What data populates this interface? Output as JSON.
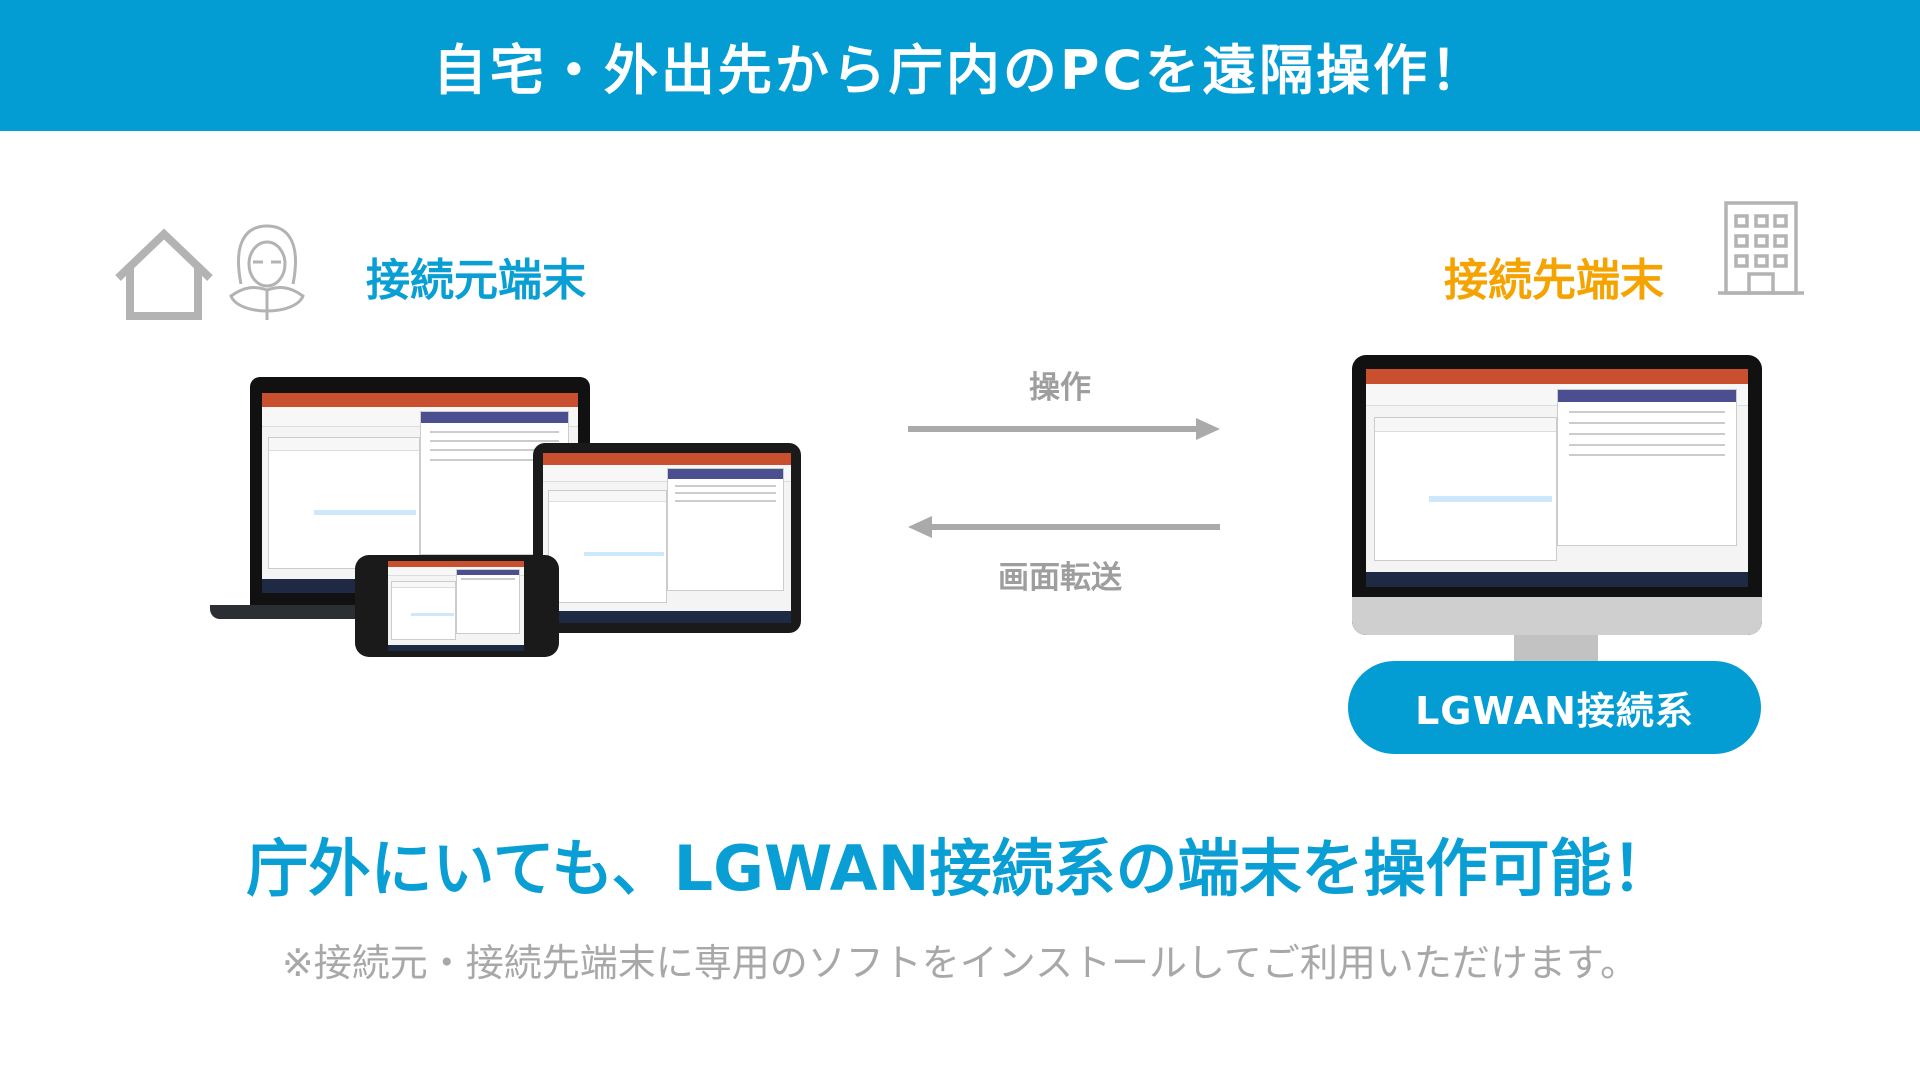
{
  "header": {
    "title": "自宅・外出先から庁内のPCを遠隔操作！"
  },
  "source": {
    "label": "接続元端末",
    "color": "#0a9fd4",
    "icons": [
      "house-icon",
      "person-icon"
    ]
  },
  "target": {
    "label": "接続先端末",
    "color": "#f5a300",
    "icons": [
      "building-icon"
    ]
  },
  "flow": {
    "forward_label": "操作",
    "back_label": "画面転送"
  },
  "badge": {
    "label": "LGWAN接続系",
    "color": "#039cd3"
  },
  "headline": "庁外にいても、LGWAN接続系の端末を操作可能！",
  "note": "※接続元・接続先端末に専用のソフトをインストールしてご利用いただけます。"
}
